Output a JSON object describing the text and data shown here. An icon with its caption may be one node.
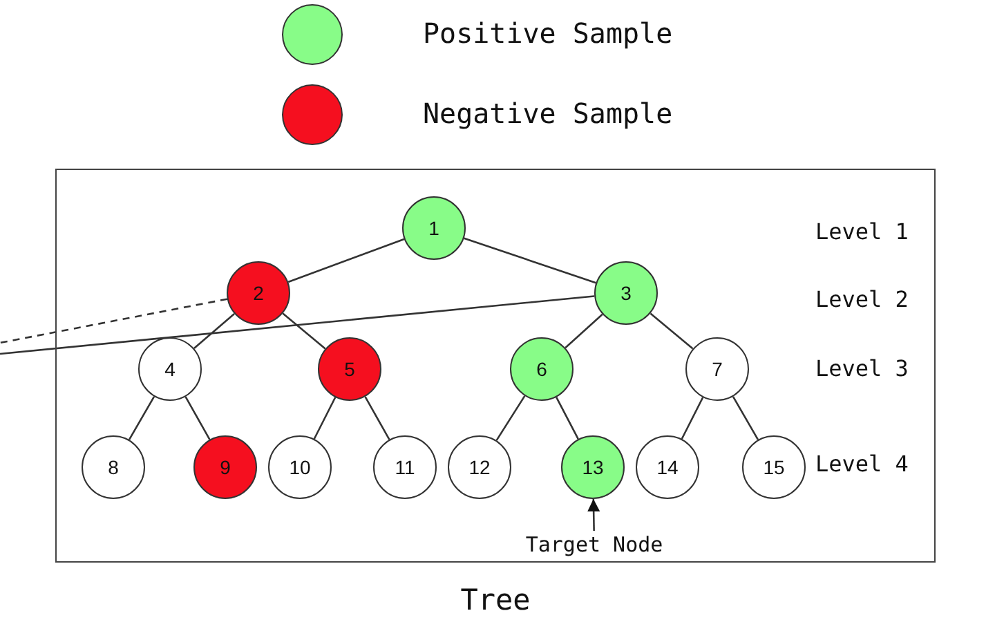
{
  "diagram": {
    "nodes": [
      {
        "text": [
          "Tree"
        ]
      },
      {
        "text": [
          "1"
        ],
        "in": 0
      },
      {
        "text": [
          "2"
        ],
        "in": 0
      },
      {
        "text": [
          "3"
        ],
        "in": 0
      },
      {
        "text": [
          "4"
        ],
        "in": 0
      },
      {
        "text": [
          "5"
        ],
        "in": 0
      },
      {
        "text": [
          "6"
        ],
        "in": 0
      },
      {
        "text": [
          "7"
        ],
        "in": 0
      },
      {
        "text": [
          "8"
        ],
        "in": 0
      },
      {
        "text": [
          "9"
        ],
        "in": 0
      },
      {
        "text": [
          "10"
        ],
        "in": 0
      },
      {
        "text": [
          "11"
        ],
        "in": 0
      },
      {
        "text": [
          "12"
        ],
        "in": 0
      },
      {
        "text": [
          "13"
        ],
        "in": 0
      },
      {
        "text": [
          "14"
        ],
        "in": 0
      },
      {
        "text": [
          "15"
        ],
        "in": 0
      },
      {
        "text": [
          "Target Node"
        ],
        "in": 0
      }
    ],
    "edges": [
      {
        "from": 1,
        "to": 2,
        "arrow": "none"
      },
      {
        "from": 1,
        "to": 3,
        "arrow": "none"
      },
      {
        "from": 2,
        "to": 4,
        "arrow": "none"
      },
      {
        "from": 2,
        "to": 5,
        "arrow": "none"
      },
      {
        "from": 3,
        "to": 6,
        "arrow": "none"
      },
      {
        "from": 3,
        "to": 7,
        "arrow": "none"
      },
      {
        "from": 4,
        "to": 8,
        "arrow": "none"
      },
      {
        "from": 4,
        "to": 9,
        "arrow": "none"
      },
      {
        "from": 5,
        "to": 10,
        "arrow": "none"
      },
      {
        "from": 5,
        "to": 11,
        "arrow": "none"
      },
      {
        "from": 6,
        "to": 12,
        "arrow": "none"
      },
      {
        "from": 6,
        "to": 13,
        "arrow": "none"
      },
      {
        "from": 7,
        "to": 14,
        "arrow": "none"
      },
      {
        "from": 7,
        "to": 15,
        "arrow": "none"
      },
      {
        "from": 16,
        "to": 13,
        "arrow": "to"
      },
      {
        "from": 2,
        "to": null,
        "arrow": "none",
        "style": "dashed"
      },
      {
        "from": 3,
        "to": null,
        "arrow": "none"
      }
    ],
    "labels": [
      "Level 1",
      "Level 2",
      "Level 3",
      "Level 4"
    ],
    "legend": [
      {
        "text": "Positive Sample",
        "color": "#88fc88"
      },
      {
        "text": "Negative Sample",
        "color": "#f50f1f"
      }
    ]
  }
}
